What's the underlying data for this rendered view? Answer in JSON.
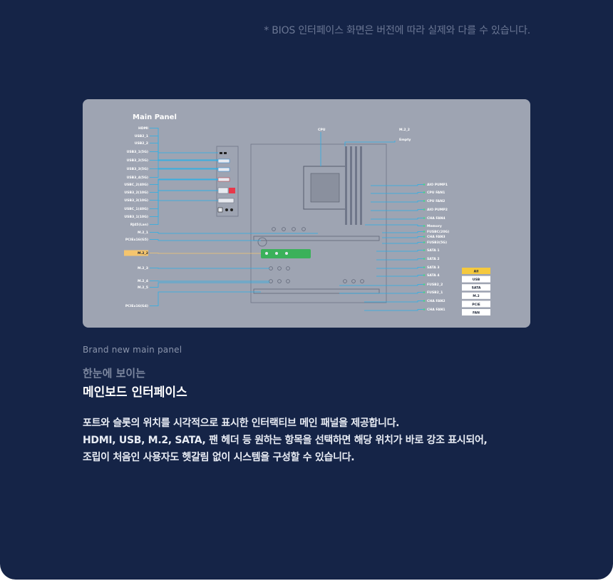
{
  "disclaimer": "* BIOS 인터페이스 화면은 버전에 따라 실제와 다를 수 있습니다.",
  "panel": {
    "title": "Main Panel",
    "cpu_label": "CPU",
    "m2_top_label": "M.2_2",
    "m2_top_status": "Empty",
    "left_labels": [
      "HDMI",
      "USB2_1",
      "USB2_2",
      "USB3_1(5G)",
      "USB3_2(5G)",
      "USB3_3(5G)",
      "USB3_4(5G)",
      "USBC_2(40G)",
      "USB3_2(10G)",
      "USB3_3(10G)",
      "USBC_1(40G)",
      "USB3_1(10G)",
      "RJ45(Lan)",
      "M.2_1",
      "PCIEx16(G5)",
      "M.2_2",
      "M.2_3",
      "M.2_4",
      "M.2_5",
      "PCIEx16(G4)"
    ],
    "highlighted_label": "M.2_2",
    "right_labels": [
      "AIO PUMP1",
      "CPU FAN1",
      "CPU FAN2",
      "AIO PUMP2",
      "CHA FAN4",
      "Memory",
      "FUSBC(20G)",
      "CHA FAN3",
      "FUSB3(5G)",
      "SATA 1",
      "SATA 2",
      "SATA 3",
      "SATA 4",
      "FUSB2_2",
      "FUSB2_1",
      "CHA FAN2",
      "CHA FAN1"
    ],
    "filters": [
      "All",
      "USB",
      "SATA",
      "M.2",
      "PCIE",
      "FAN"
    ],
    "active_filter": "All",
    "colors": {
      "accent": "#2ab0e8",
      "highlight": "#f5c56e",
      "active_filter": "#f5c93e",
      "panel_bg": "#9ea4b2",
      "page_bg": "#152447"
    }
  },
  "caption": "Brand new main panel",
  "subtitle": "한눈에 보이는",
  "title": "메인보드 인터페이스",
  "description": [
    "포트와 슬롯의 위치를 시각적으로 표시한 인터랙티브 메인 패널을 제공합니다.",
    "HDMI, USB, M.2, SATA, 팬 헤더 등 원하는 항목을 선택하면 해당 위치가 바로 강조 표시되어,",
    "조립이 처음인 사용자도 헷갈림 없이 시스템을 구성할 수 있습니다."
  ]
}
